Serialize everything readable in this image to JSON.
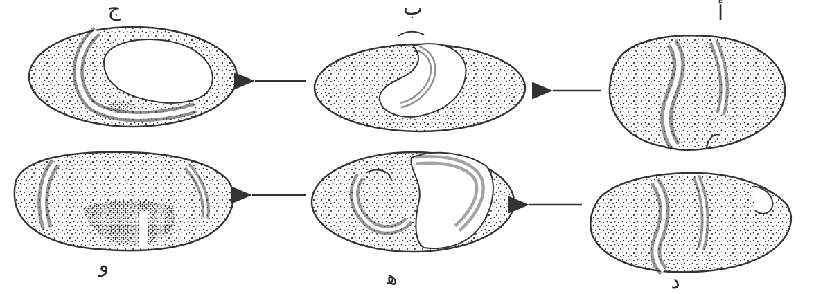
{
  "panels": [
    {
      "id": "a",
      "label": "أ"
    },
    {
      "id": "b",
      "label": "ب"
    },
    {
      "id": "c",
      "label": "ج"
    },
    {
      "id": "d",
      "label": "د"
    },
    {
      "id": "e",
      "label": "ﻫ"
    },
    {
      "id": "f",
      "label": "و"
    }
  ]
}
